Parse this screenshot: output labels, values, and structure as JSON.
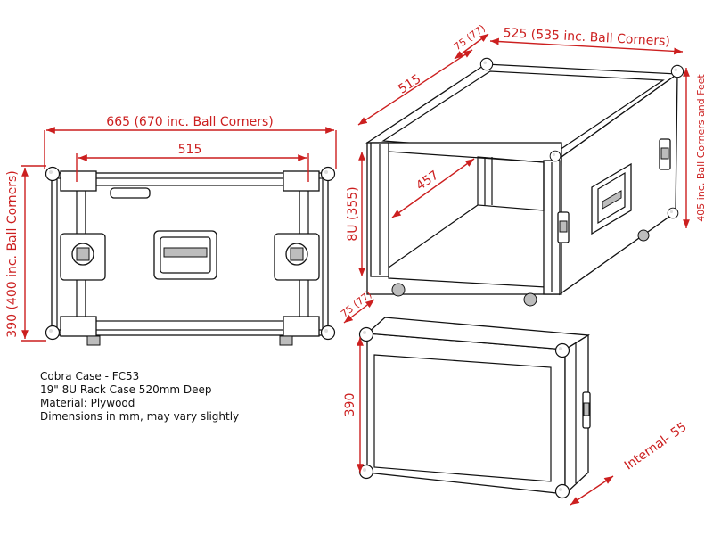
{
  "colors": {
    "dimension": "#cc1f1f",
    "line": "#111111",
    "background": "#ffffff"
  },
  "info": {
    "line1": "Cobra Case - FC53",
    "line2": "19\" 8U Rack Case 520mm Deep",
    "line3": "Material: Plywood",
    "line4": "Dimensions in mm, may vary slightly"
  },
  "front": {
    "width_overall": "665 (670 inc. Ball Corners)",
    "width_inner": "515",
    "height_overall": "390 (400 inc. Ball Corners)"
  },
  "iso_main": {
    "lid_depth": "75 (77)",
    "depth_overall": "525 (535 inc. Ball Corners)",
    "width": "515",
    "rack_depth": "457",
    "rack_height": "8U (355)",
    "height_overall": "405 inc. Ball Corners and Feet"
  },
  "iso_lid": {
    "lid_depth": "75 (77)",
    "height": "390",
    "internal": "Internal- 55"
  }
}
